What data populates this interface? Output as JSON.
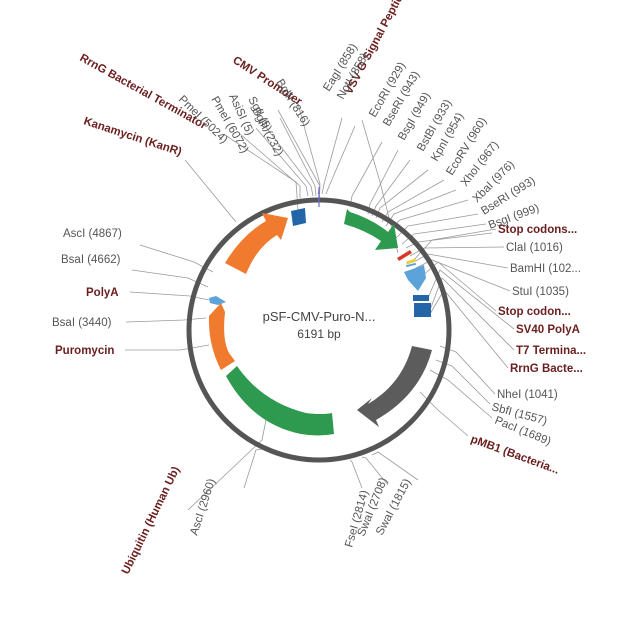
{
  "plasmid": {
    "name": "pSF-CMV-Puro-N...",
    "size": "6191 bp"
  },
  "colors": {
    "backbone": "#555555",
    "orange": "#f07a2e",
    "green": "#2e9a4f",
    "blue": "#2365a6",
    "lightblue": "#5ba3d9",
    "gray": "#5c5c5c",
    "red": "#d63b2a",
    "yellow": "#e8d040",
    "feature_text": "#6b1e1e",
    "site_text": "#555555"
  },
  "features": [
    {
      "name": "VSV G Signal Peptide",
      "label": "VSV G Signal Peptide",
      "color": "red"
    },
    {
      "name": "Stop codons 1",
      "label": "Stop codons...",
      "color": "yellow"
    },
    {
      "name": "Stop codons 2",
      "label": "Stop codon...",
      "color": "lightblue"
    },
    {
      "name": "SV40 PolyA",
      "label": "SV40 PolyA",
      "color": "blue"
    },
    {
      "name": "T7 Terminator",
      "label": "T7 Termina...",
      "color": "blue"
    },
    {
      "name": "RrnG Bacterial Terminator 2",
      "label": "RrnG Bacte...",
      "color": "blue"
    },
    {
      "name": "pMB1",
      "label": "pMB1 (Bacteria...",
      "color": "gray"
    },
    {
      "name": "Ubiquitin (Human Ub)",
      "label": "Ubiquitin (Human Ub)",
      "color": "green"
    },
    {
      "name": "Puromycin",
      "label": "Puromycin",
      "color": "orange"
    },
    {
      "name": "PolyA",
      "label": "PolyA",
      "color": "lightblue"
    },
    {
      "name": "Kanamycin (KanR)",
      "label": "Kanamycin (KanR)",
      "color": "orange"
    },
    {
      "name": "RrnG Bacterial Terminator",
      "label": "RrnG Bacterial Terminator",
      "color": "blue"
    },
    {
      "name": "CMV Promoter",
      "label": "CMV Promoter",
      "color": "green"
    }
  ],
  "sites": [
    "BglII (816)",
    "EagI (858)",
    "NotI (858)",
    "EcoRI (929)",
    "BseRI (943)",
    "BsgI (949)",
    "BstBI (933)",
    "KpnI (954)",
    "EcoRV (960)",
    "XhoI (967)",
    "XbaI (976)",
    "BseRI (993)",
    "BsgI (999)",
    "ClaI (1016)",
    "BamHI (102...",
    "StuI (1035)",
    "NheI (1041)",
    "SbfI (1557)",
    "PacI (1689)",
    "SwaI (1815)",
    "SwaI (2708)",
    "FseI (2814)",
    "AscI (2960)",
    "BsaI (3440)",
    "BsaI (4662)",
    "AscI (4867)",
    "PmeI (5024)",
    "PmeI (6072)",
    "AsiSI (5)",
    "SgfI (5)",
    "BglII (232)"
  ]
}
